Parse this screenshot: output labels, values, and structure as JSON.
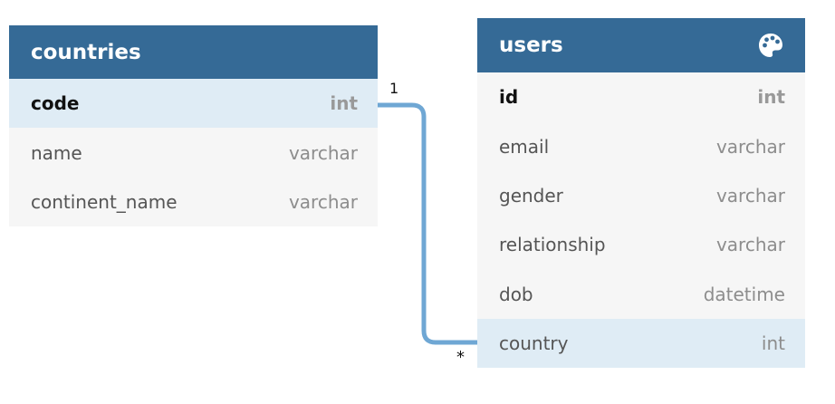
{
  "colors": {
    "header": "#356a96",
    "body": "#f6f6f6",
    "highlight": "#dfecf5",
    "connector": "#6fa7d4"
  },
  "tables": {
    "countries": {
      "name": "countries",
      "fields": [
        {
          "name": "code",
          "type": "int"
        },
        {
          "name": "name",
          "type": "varchar"
        },
        {
          "name": "continent_name",
          "type": "varchar"
        }
      ]
    },
    "users": {
      "name": "users",
      "header_icon": "palette-icon",
      "fields": [
        {
          "name": "id",
          "type": "int"
        },
        {
          "name": "email",
          "type": "varchar"
        },
        {
          "name": "gender",
          "type": "varchar"
        },
        {
          "name": "relationship",
          "type": "varchar"
        },
        {
          "name": "dob",
          "type": "datetime"
        },
        {
          "name": "country",
          "type": "int"
        }
      ]
    }
  },
  "relationship": {
    "from_table": "countries",
    "from_field": "code",
    "to_table": "users",
    "to_field": "country",
    "from_cardinality": "1",
    "to_cardinality": "*"
  }
}
